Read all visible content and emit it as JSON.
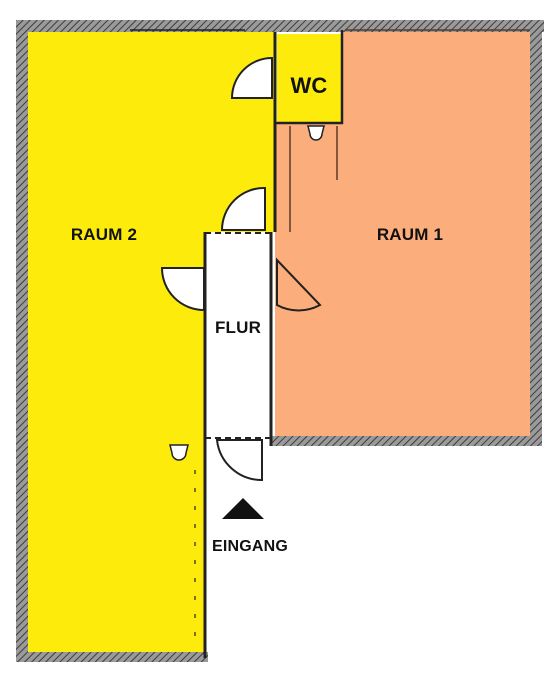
{
  "plan": {
    "rooms": [
      {
        "id": "raum-1",
        "label": "RAUM 1",
        "fill": "#FBAE7B"
      },
      {
        "id": "raum-2",
        "label": "RAUM 2",
        "fill": "#FDEB0B"
      },
      {
        "id": "wc",
        "label": "WC",
        "fill": "#FDEB0B"
      },
      {
        "id": "flur",
        "label": "FLUR",
        "fill": "#FFFFFF"
      }
    ],
    "entrance": {
      "label": "EINGANG",
      "marker": "triangle-up-icon"
    },
    "colors": {
      "wall": "#4a4a4a",
      "wall_hatch": "#8c8c8c",
      "line": "#222222",
      "background": "#FFFFFF"
    }
  }
}
